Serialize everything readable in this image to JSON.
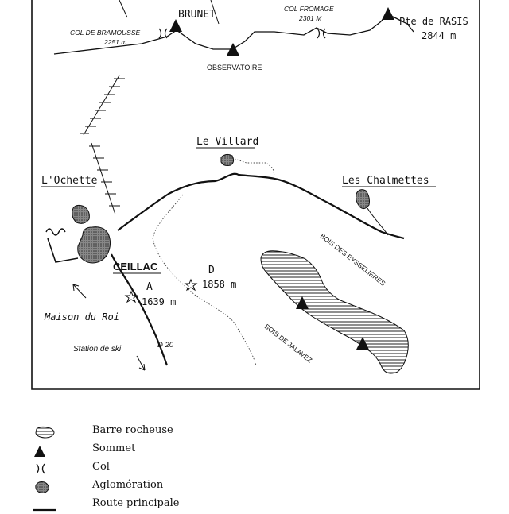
{
  "places": {
    "brunet": "BRUNET",
    "col_bramousse_name": "COL DE BRAMOUSSE",
    "col_bramousse_alt": "2251 m",
    "col_fromage_name": "COL FROMAGE",
    "col_fromage_alt": "2301 M",
    "pte_rasis_name": "Pte de RASIS",
    "pte_rasis_alt": "2844 m",
    "observatoire": "OBSERVATOIRE",
    "le_villard": "Le Villard",
    "l_ochette": "L'Ochette",
    "les_chalmettes": "Les Chalmettes",
    "ceillac": "CEILLAC",
    "site_a": "A",
    "site_a_alt": "1639 m",
    "site_d": "D",
    "site_d_alt": "1858 m",
    "maison_du_roi": "Maison du Roi",
    "station_de_ski": "Station de ski",
    "road_d20": "D 20",
    "bois_eysselieres": "BOIS DES EYSSELIERES",
    "bois_jalavez": "BOIS DE JALAVEZ"
  },
  "legend": {
    "items": [
      {
        "key": "rock",
        "label": "Barre rocheuse"
      },
      {
        "key": "summit",
        "label": "Sommet"
      },
      {
        "key": "col",
        "label": "Col"
      },
      {
        "key": "town",
        "label": "Aglomération"
      },
      {
        "key": "road",
        "label": "Route principale"
      }
    ]
  },
  "colors": {
    "ink": "#111111",
    "paper": "#ffffff",
    "fill": "#555555"
  }
}
